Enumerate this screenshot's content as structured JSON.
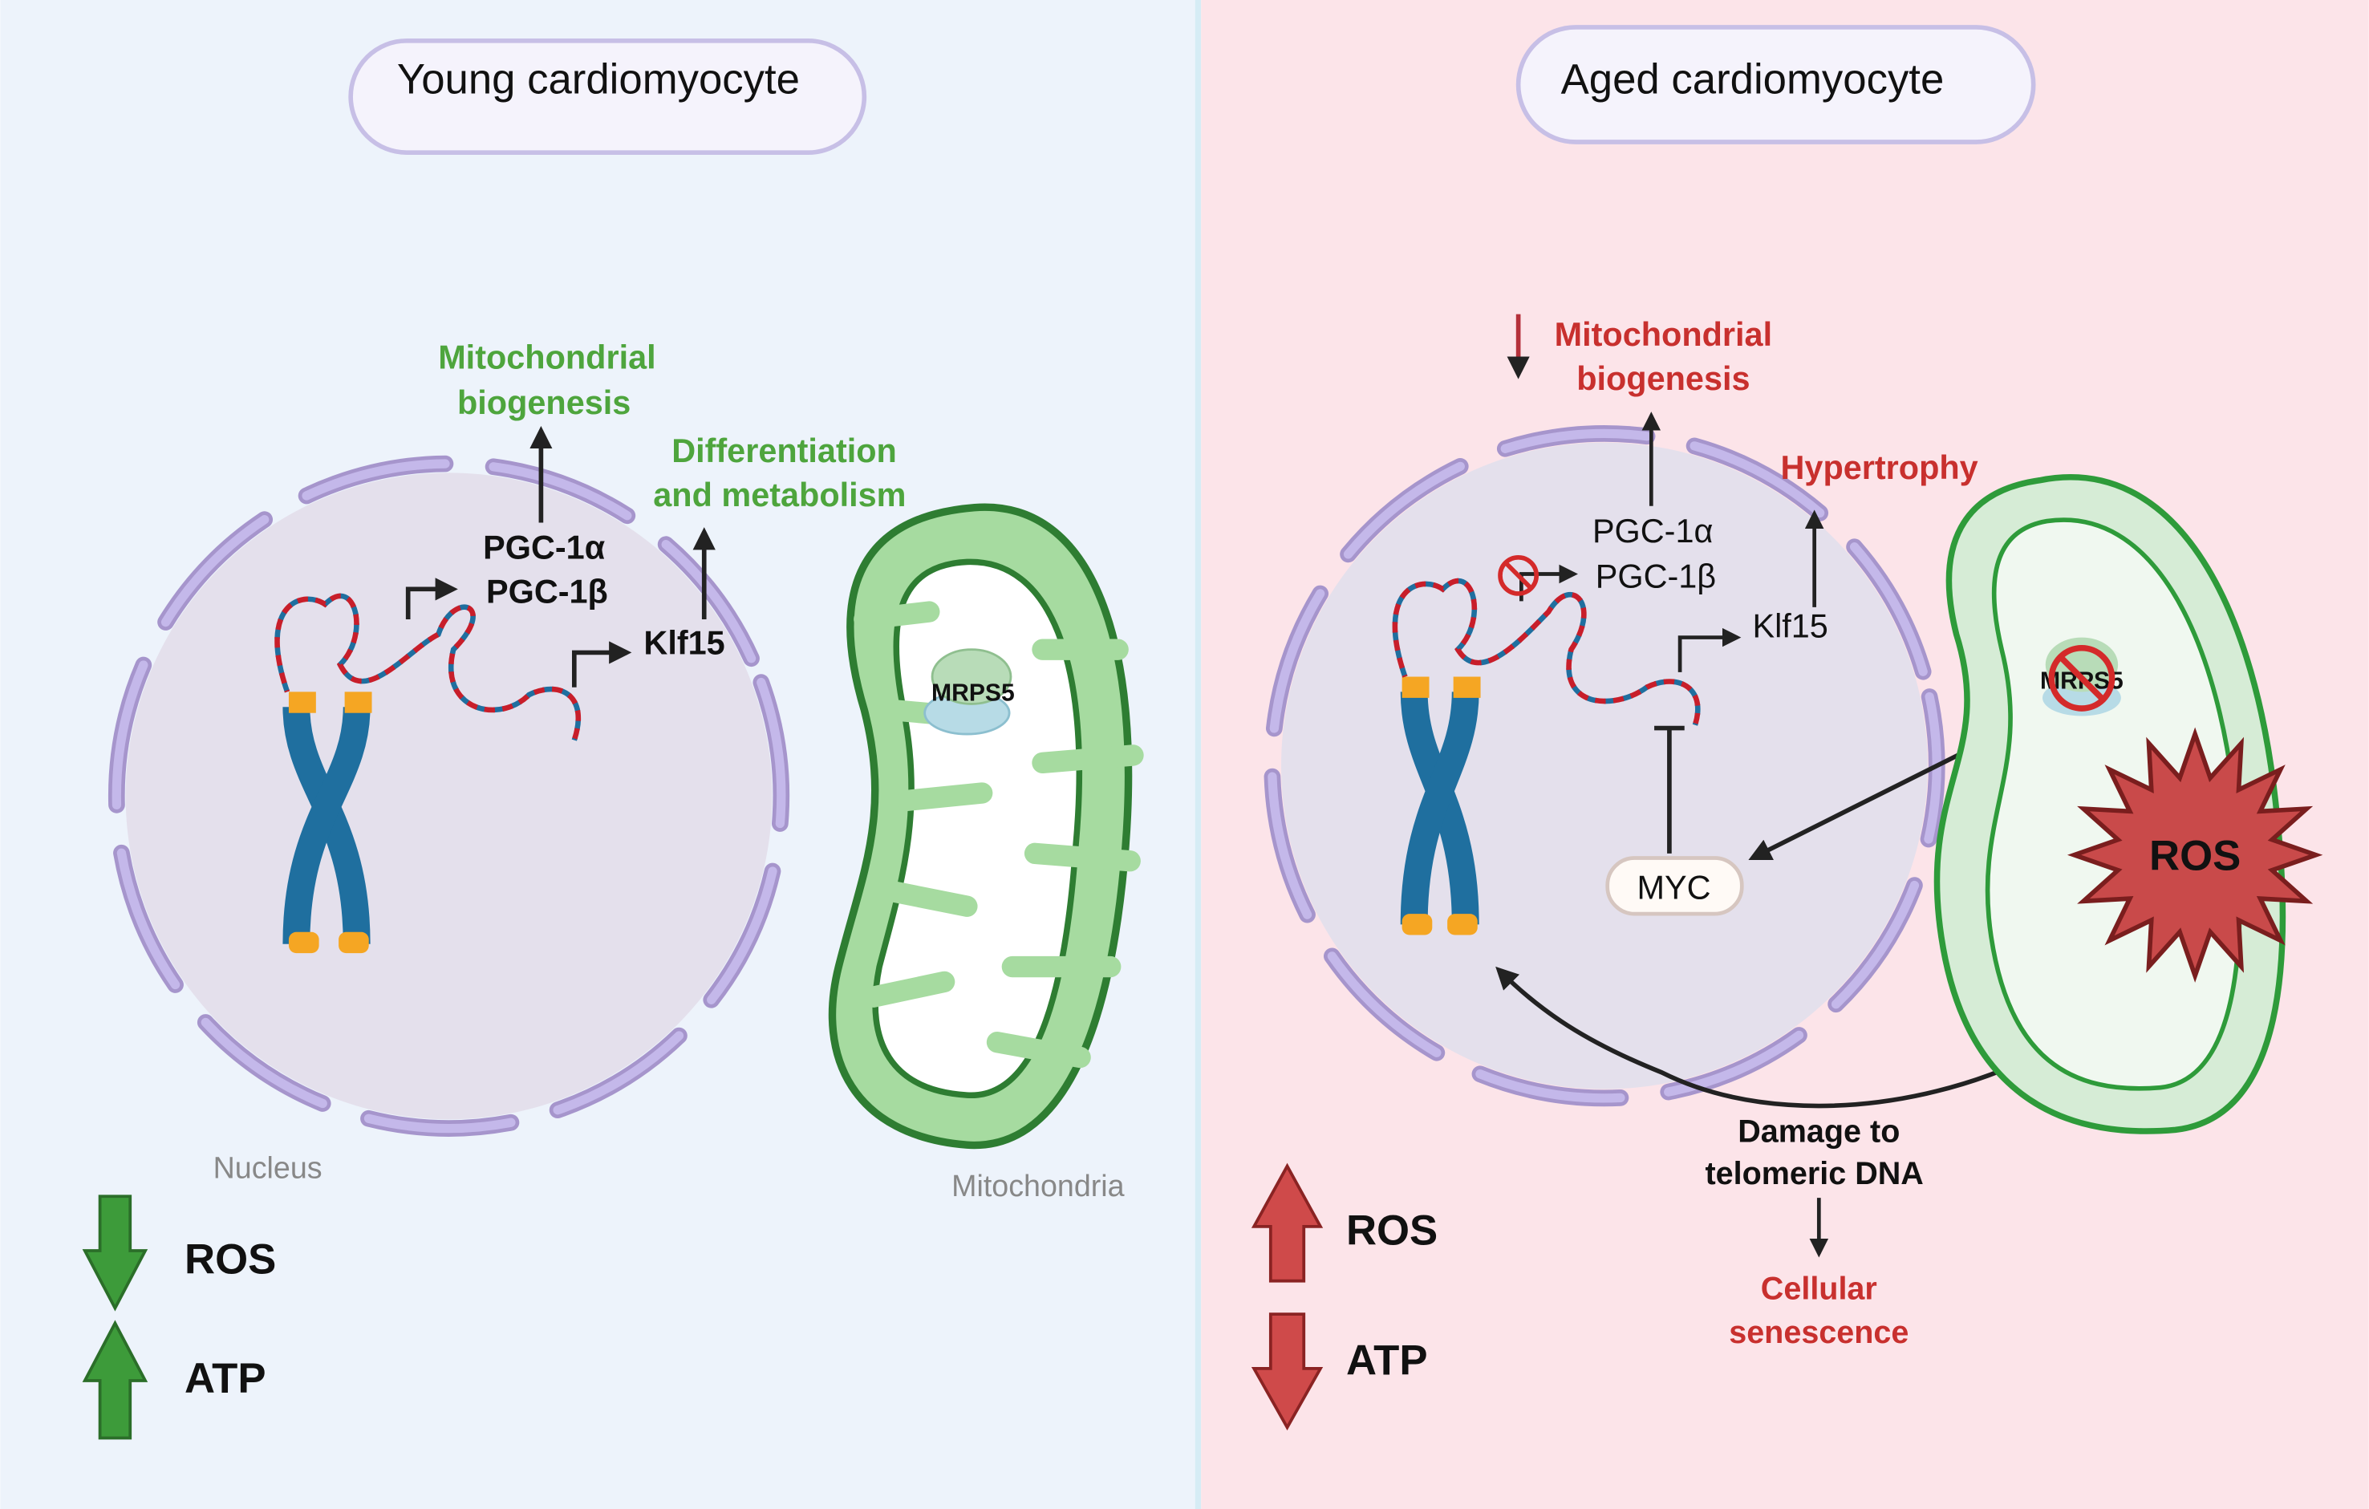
{
  "colors": {
    "young_bg": "#edf3fb",
    "aged_bg": "#fce4e9",
    "green_text": "#4ea53d",
    "red_text": "#c8302e",
    "nucleus_fill": "#e4e0ec",
    "membrane": "#b9acde",
    "mito_fill": "#a6dba0",
    "mito_stroke": "#2e7d32",
    "ros_fill": "#c94a4a",
    "ros_stroke": "#7a1e1e"
  },
  "young": {
    "title": "Young cardiomyocyte",
    "mito_biogenesis": [
      "Mitochondrial",
      "biogenesis"
    ],
    "differentiation": [
      "Differentiation",
      "and metabolism"
    ],
    "pgc1a": "PGC-1α",
    "pgc1b": "PGC-1β",
    "klf15": "Klf15",
    "mrps5": "MRPS5",
    "nucleus_label": "Nucleus",
    "mito_label": "Mitochondria",
    "ros": {
      "label": "ROS",
      "direction": "down"
    },
    "atp": {
      "label": "ATP",
      "direction": "up"
    }
  },
  "aged": {
    "title": "Aged cardiomyocyte",
    "mito_biogenesis": [
      "Mitochondrial",
      "biogenesis"
    ],
    "hypertrophy": "Hypertrophy",
    "pgc1a": "PGC-1α",
    "pgc1b": "PGC-1β",
    "klf15": "Klf15",
    "mrps5": "MRPS5",
    "myc": "MYC",
    "ros_burst": "ROS",
    "damage": [
      "Damage to",
      "telomeric DNA"
    ],
    "senescence": [
      "Cellular",
      "senescence"
    ],
    "ros": {
      "label": "ROS",
      "direction": "up"
    },
    "atp": {
      "label": "ATP",
      "direction": "down"
    }
  }
}
